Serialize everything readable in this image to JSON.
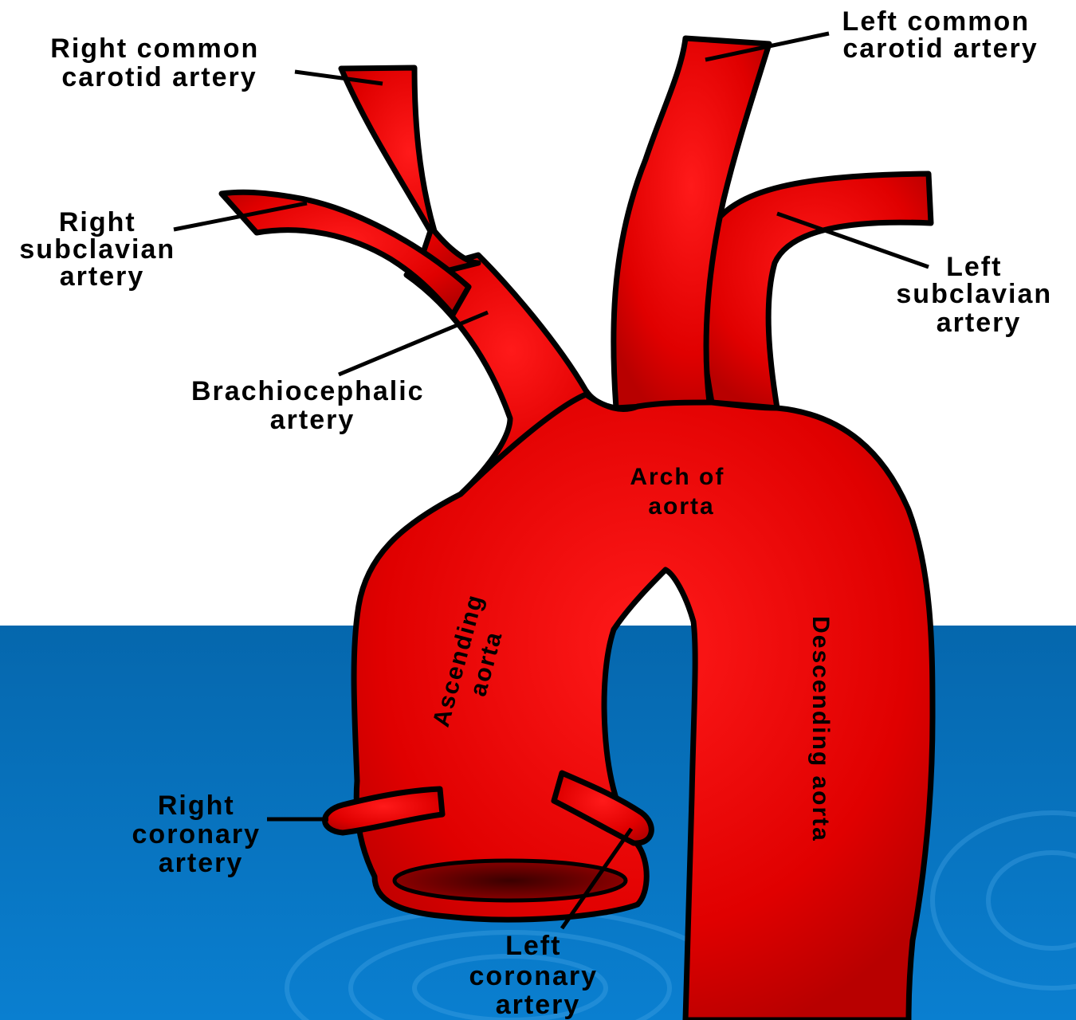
{
  "colors": {
    "background_top": "#ffffff",
    "background_bottom": "#0a6fba",
    "vessel_fill": "#e00000",
    "vessel_dark": "#b80000",
    "outline": "#000000"
  },
  "labels": {
    "right_common_carotid": [
      "Right common",
      "carotid artery"
    ],
    "left_common_carotid": [
      "Left common",
      "carotid artery"
    ],
    "right_subclavian": [
      "Right",
      "subclavian",
      "artery"
    ],
    "left_subclavian": [
      "Left",
      "subclavian",
      "artery"
    ],
    "brachiocephalic": [
      "Brachiocephalic",
      "artery"
    ],
    "arch_of_aorta": [
      "Arch of",
      "aorta"
    ],
    "ascending_aorta": [
      "Ascending",
      "aorta"
    ],
    "descending_aorta": [
      "Descending aorta"
    ],
    "right_coronary": [
      "Right",
      "coronary",
      "artery"
    ],
    "left_coronary": [
      "Left",
      "coronary",
      "artery"
    ]
  }
}
